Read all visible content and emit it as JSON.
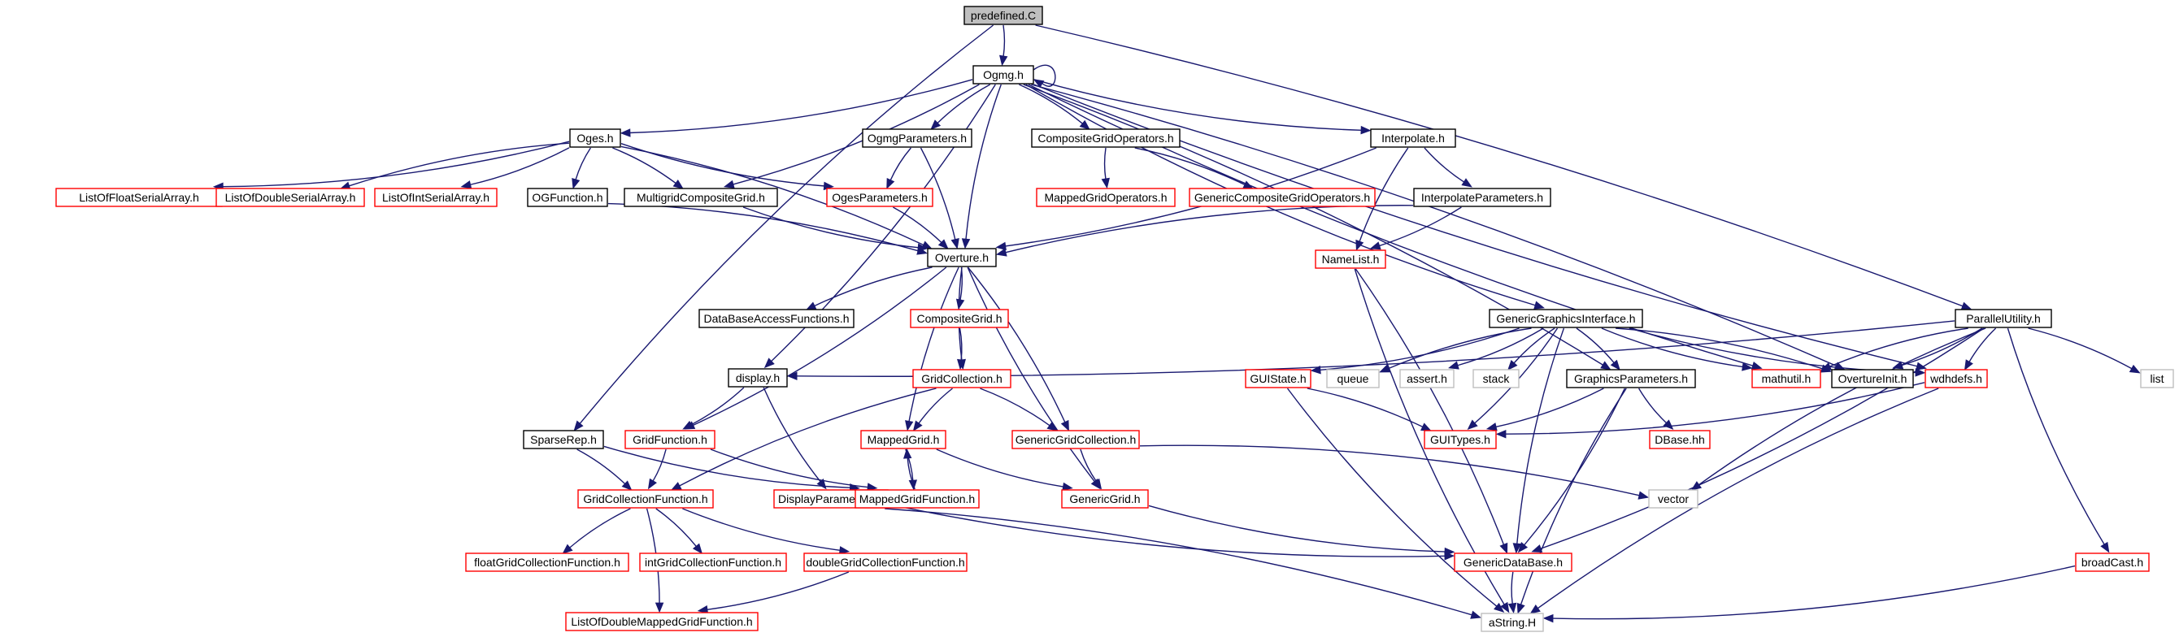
{
  "colors": {
    "edge": "#191970",
    "border_documented": "#000000",
    "border_undocumented": "#ff0000",
    "border_external": "#bfbfbf",
    "fill_root": "#bfbfbf",
    "fill_default": "#ffffff"
  },
  "nodes": [
    {
      "id": "predefined",
      "label": "predefined.C",
      "kind": "root"
    },
    {
      "id": "Ogmg",
      "label": "Ogmg.h",
      "kind": "doc"
    },
    {
      "id": "Oges",
      "label": "Oges.h",
      "kind": "doc"
    },
    {
      "id": "OgmgParameters",
      "label": "OgmgParameters.h",
      "kind": "doc"
    },
    {
      "id": "CompositeGridOperators",
      "label": "CompositeGridOperators.h",
      "kind": "doc"
    },
    {
      "id": "Interpolate",
      "label": "Interpolate.h",
      "kind": "doc"
    },
    {
      "id": "ListOfFloatSerialArray",
      "label": "ListOfFloatSerialArray.h",
      "kind": "undoc"
    },
    {
      "id": "ListOfDoubleSerialArray",
      "label": "ListOfDoubleSerialArray.h",
      "kind": "undoc"
    },
    {
      "id": "ListOfIntSerialArray",
      "label": "ListOfIntSerialArray.h",
      "kind": "undoc"
    },
    {
      "id": "OGFunction",
      "label": "OGFunction.h",
      "kind": "doc"
    },
    {
      "id": "MultigridCompositeGrid",
      "label": "MultigridCompositeGrid.h",
      "kind": "doc"
    },
    {
      "id": "OgesParameters",
      "label": "OgesParameters.h",
      "kind": "undoc"
    },
    {
      "id": "MappedGridOperators",
      "label": "MappedGridOperators.h",
      "kind": "undoc"
    },
    {
      "id": "GenericCompositeGridOperators",
      "label": "GenericCompositeGridOperators.h",
      "kind": "undoc"
    },
    {
      "id": "InterpolateParameters",
      "label": "InterpolateParameters.h",
      "kind": "doc"
    },
    {
      "id": "Overture",
      "label": "Overture.h",
      "kind": "doc"
    },
    {
      "id": "NameList",
      "label": "NameList.h",
      "kind": "undoc"
    },
    {
      "id": "DataBaseAccessFunctions",
      "label": "DataBaseAccessFunctions.h",
      "kind": "doc"
    },
    {
      "id": "CompositeGrid",
      "label": "CompositeGrid.h",
      "kind": "undoc"
    },
    {
      "id": "GenericGraphicsInterface",
      "label": "GenericGraphicsInterface.h",
      "kind": "doc"
    },
    {
      "id": "ParallelUtility",
      "label": "ParallelUtility.h",
      "kind": "doc"
    },
    {
      "id": "display",
      "label": "display.h",
      "kind": "doc"
    },
    {
      "id": "GridCollection",
      "label": "GridCollection.h",
      "kind": "undoc"
    },
    {
      "id": "GUIState",
      "label": "GUIState.h",
      "kind": "undoc"
    },
    {
      "id": "queue",
      "label": "queue",
      "kind": "ext"
    },
    {
      "id": "assert",
      "label": "assert.h",
      "kind": "ext"
    },
    {
      "id": "stack",
      "label": "stack",
      "kind": "ext"
    },
    {
      "id": "GraphicsParameters",
      "label": "GraphicsParameters.h",
      "kind": "doc"
    },
    {
      "id": "mathutil",
      "label": "mathutil.h",
      "kind": "undoc"
    },
    {
      "id": "OvertureInit",
      "label": "OvertureInit.h",
      "kind": "doc"
    },
    {
      "id": "wdhdefs",
      "label": "wdhdefs.h",
      "kind": "undoc"
    },
    {
      "id": "list",
      "label": "list",
      "kind": "ext"
    },
    {
      "id": "SparseRep",
      "label": "SparseRep.h",
      "kind": "doc"
    },
    {
      "id": "GridFunction",
      "label": "GridFunction.h",
      "kind": "undoc"
    },
    {
      "id": "MappedGrid",
      "label": "MappedGrid.h",
      "kind": "undoc"
    },
    {
      "id": "GenericGridCollection",
      "label": "GenericGridCollection.h",
      "kind": "undoc"
    },
    {
      "id": "GUITypes",
      "label": "GUITypes.h",
      "kind": "undoc"
    },
    {
      "id": "DBase",
      "label": "DBase.hh",
      "kind": "undoc"
    },
    {
      "id": "GridCollectionFunction",
      "label": "GridCollectionFunction.h",
      "kind": "undoc"
    },
    {
      "id": "DisplayParameters",
      "label": "DisplayParameters.h",
      "kind": "undoc"
    },
    {
      "id": "MappedGridFunction",
      "label": "MappedGridFunction.h",
      "kind": "undoc"
    },
    {
      "id": "GenericGrid",
      "label": "GenericGrid.h",
      "kind": "undoc"
    },
    {
      "id": "vector",
      "label": "vector",
      "kind": "ext"
    },
    {
      "id": "floatGridCollectionFunction",
      "label": "floatGridCollectionFunction.h",
      "kind": "undoc"
    },
    {
      "id": "intGridCollectionFunction",
      "label": "intGridCollectionFunction.h",
      "kind": "undoc"
    },
    {
      "id": "doubleGridCollectionFunction",
      "label": "doubleGridCollectionFunction.h",
      "kind": "undoc"
    },
    {
      "id": "GenericDataBase",
      "label": "GenericDataBase.h",
      "kind": "undoc"
    },
    {
      "id": "broadCast",
      "label": "broadCast.h",
      "kind": "undoc"
    },
    {
      "id": "ListOfDoubleMappedGridFunction",
      "label": "ListOfDoubleMappedGridFunction.h",
      "kind": "undoc"
    },
    {
      "id": "aString",
      "label": "aString.H",
      "kind": "ext"
    }
  ],
  "edges": [
    [
      "predefined",
      "Ogmg"
    ],
    [
      "predefined",
      "SparseRep"
    ],
    [
      "predefined",
      "ParallelUtility"
    ],
    [
      "Ogmg",
      "Ogmg"
    ],
    [
      "Ogmg",
      "Oges"
    ],
    [
      "Ogmg",
      "OgmgParameters"
    ],
    [
      "Ogmg",
      "CompositeGridOperators"
    ],
    [
      "Ogmg",
      "Interpolate"
    ],
    [
      "Ogmg",
      "MultigridCompositeGrid"
    ],
    [
      "Ogmg",
      "Overture"
    ],
    [
      "Ogmg",
      "display"
    ],
    [
      "Ogmg",
      "GenericGraphicsInterface"
    ],
    [
      "Ogmg",
      "GraphicsParameters"
    ],
    [
      "Ogmg",
      "mathutil"
    ],
    [
      "Ogmg",
      "OvertureInit"
    ],
    [
      "Ogmg",
      "wdhdefs"
    ],
    [
      "Oges",
      "ListOfFloatSerialArray"
    ],
    [
      "Oges",
      "ListOfDoubleSerialArray"
    ],
    [
      "Oges",
      "ListOfIntSerialArray"
    ],
    [
      "Oges",
      "OGFunction"
    ],
    [
      "Oges",
      "MultigridCompositeGrid"
    ],
    [
      "Oges",
      "OgesParameters"
    ],
    [
      "Oges",
      "Overture"
    ],
    [
      "OgmgParameters",
      "OgesParameters"
    ],
    [
      "OgmgParameters",
      "Overture"
    ],
    [
      "CompositeGridOperators",
      "MappedGridOperators"
    ],
    [
      "CompositeGridOperators",
      "GenericCompositeGridOperators"
    ],
    [
      "Interpolate",
      "InterpolateParameters"
    ],
    [
      "Interpolate",
      "Overture"
    ],
    [
      "Interpolate",
      "NameList"
    ],
    [
      "OGFunction",
      "Overture"
    ],
    [
      "MultigridCompositeGrid",
      "Overture"
    ],
    [
      "OgesParameters",
      "Overture"
    ],
    [
      "InterpolateParameters",
      "Overture"
    ],
    [
      "InterpolateParameters",
      "NameList"
    ],
    [
      "Overture",
      "DataBaseAccessFunctions"
    ],
    [
      "Overture",
      "CompositeGrid"
    ],
    [
      "Overture",
      "GridCollection"
    ],
    [
      "Overture",
      "GridFunction"
    ],
    [
      "Overture",
      "MappedGrid"
    ],
    [
      "Overture",
      "GenericGridCollection"
    ],
    [
      "Overture",
      "GenericGrid"
    ],
    [
      "NameList",
      "GenericDataBase"
    ],
    [
      "NameList",
      "aString"
    ],
    [
      "CompositeGrid",
      "GridCollection"
    ],
    [
      "GridCollection",
      "MappedGrid"
    ],
    [
      "GridCollection",
      "GenericGridCollection"
    ],
    [
      "GridCollection",
      "GridCollectionFunction"
    ],
    [
      "GenericGraphicsInterface",
      "GUIState"
    ],
    [
      "GenericGraphicsInterface",
      "queue"
    ],
    [
      "GenericGraphicsInterface",
      "assert"
    ],
    [
      "GenericGraphicsInterface",
      "stack"
    ],
    [
      "GenericGraphicsInterface",
      "GraphicsParameters"
    ],
    [
      "GenericGraphicsInterface",
      "mathutil"
    ],
    [
      "GenericGraphicsInterface",
      "OvertureInit"
    ],
    [
      "GenericGraphicsInterface",
      "wdhdefs"
    ],
    [
      "GenericGraphicsInterface",
      "GUITypes"
    ],
    [
      "GenericGraphicsInterface",
      "GenericDataBase"
    ],
    [
      "ParallelUtility",
      "display"
    ],
    [
      "ParallelUtility",
      "mathutil"
    ],
    [
      "ParallelUtility",
      "OvertureInit"
    ],
    [
      "ParallelUtility",
      "wdhdefs"
    ],
    [
      "ParallelUtility",
      "list"
    ],
    [
      "ParallelUtility",
      "vector"
    ],
    [
      "ParallelUtility",
      "GenericDataBase"
    ],
    [
      "ParallelUtility",
      "broadCast"
    ],
    [
      "display",
      "GridFunction"
    ],
    [
      "display",
      "DisplayParameters"
    ],
    [
      "GUIState",
      "GUITypes"
    ],
    [
      "GUIState",
      "aString"
    ],
    [
      "GraphicsParameters",
      "GUITypes"
    ],
    [
      "GraphicsParameters",
      "DBase"
    ],
    [
      "GraphicsParameters",
      "GenericDataBase"
    ],
    [
      "GraphicsParameters",
      "aString"
    ],
    [
      "wdhdefs",
      "GUITypes"
    ],
    [
      "wdhdefs",
      "aString"
    ],
    [
      "SparseRep",
      "GridCollectionFunction"
    ],
    [
      "SparseRep",
      "MappedGridFunction"
    ],
    [
      "GridFunction",
      "GridCollectionFunction"
    ],
    [
      "GridFunction",
      "MappedGridFunction"
    ],
    [
      "MappedGrid",
      "MappedGridFunction"
    ],
    [
      "MappedGrid",
      "GenericGrid"
    ],
    [
      "MappedGridFunction",
      "MappedGrid"
    ],
    [
      "GenericGridCollection",
      "GenericGrid"
    ],
    [
      "GenericGridCollection",
      "vector"
    ],
    [
      "GridCollectionFunction",
      "floatGridCollectionFunction"
    ],
    [
      "GridCollectionFunction",
      "intGridCollectionFunction"
    ],
    [
      "GridCollectionFunction",
      "doubleGridCollectionFunction"
    ],
    [
      "GridCollectionFunction",
      "ListOfDoubleMappedGridFunction"
    ],
    [
      "DisplayParameters",
      "GenericDataBase"
    ],
    [
      "DisplayParameters",
      "aString"
    ],
    [
      "GenericGrid",
      "GenericDataBase"
    ],
    [
      "doubleGridCollectionFunction",
      "ListOfDoubleMappedGridFunction"
    ],
    [
      "GenericDataBase",
      "aString"
    ],
    [
      "broadCast",
      "aString"
    ]
  ]
}
